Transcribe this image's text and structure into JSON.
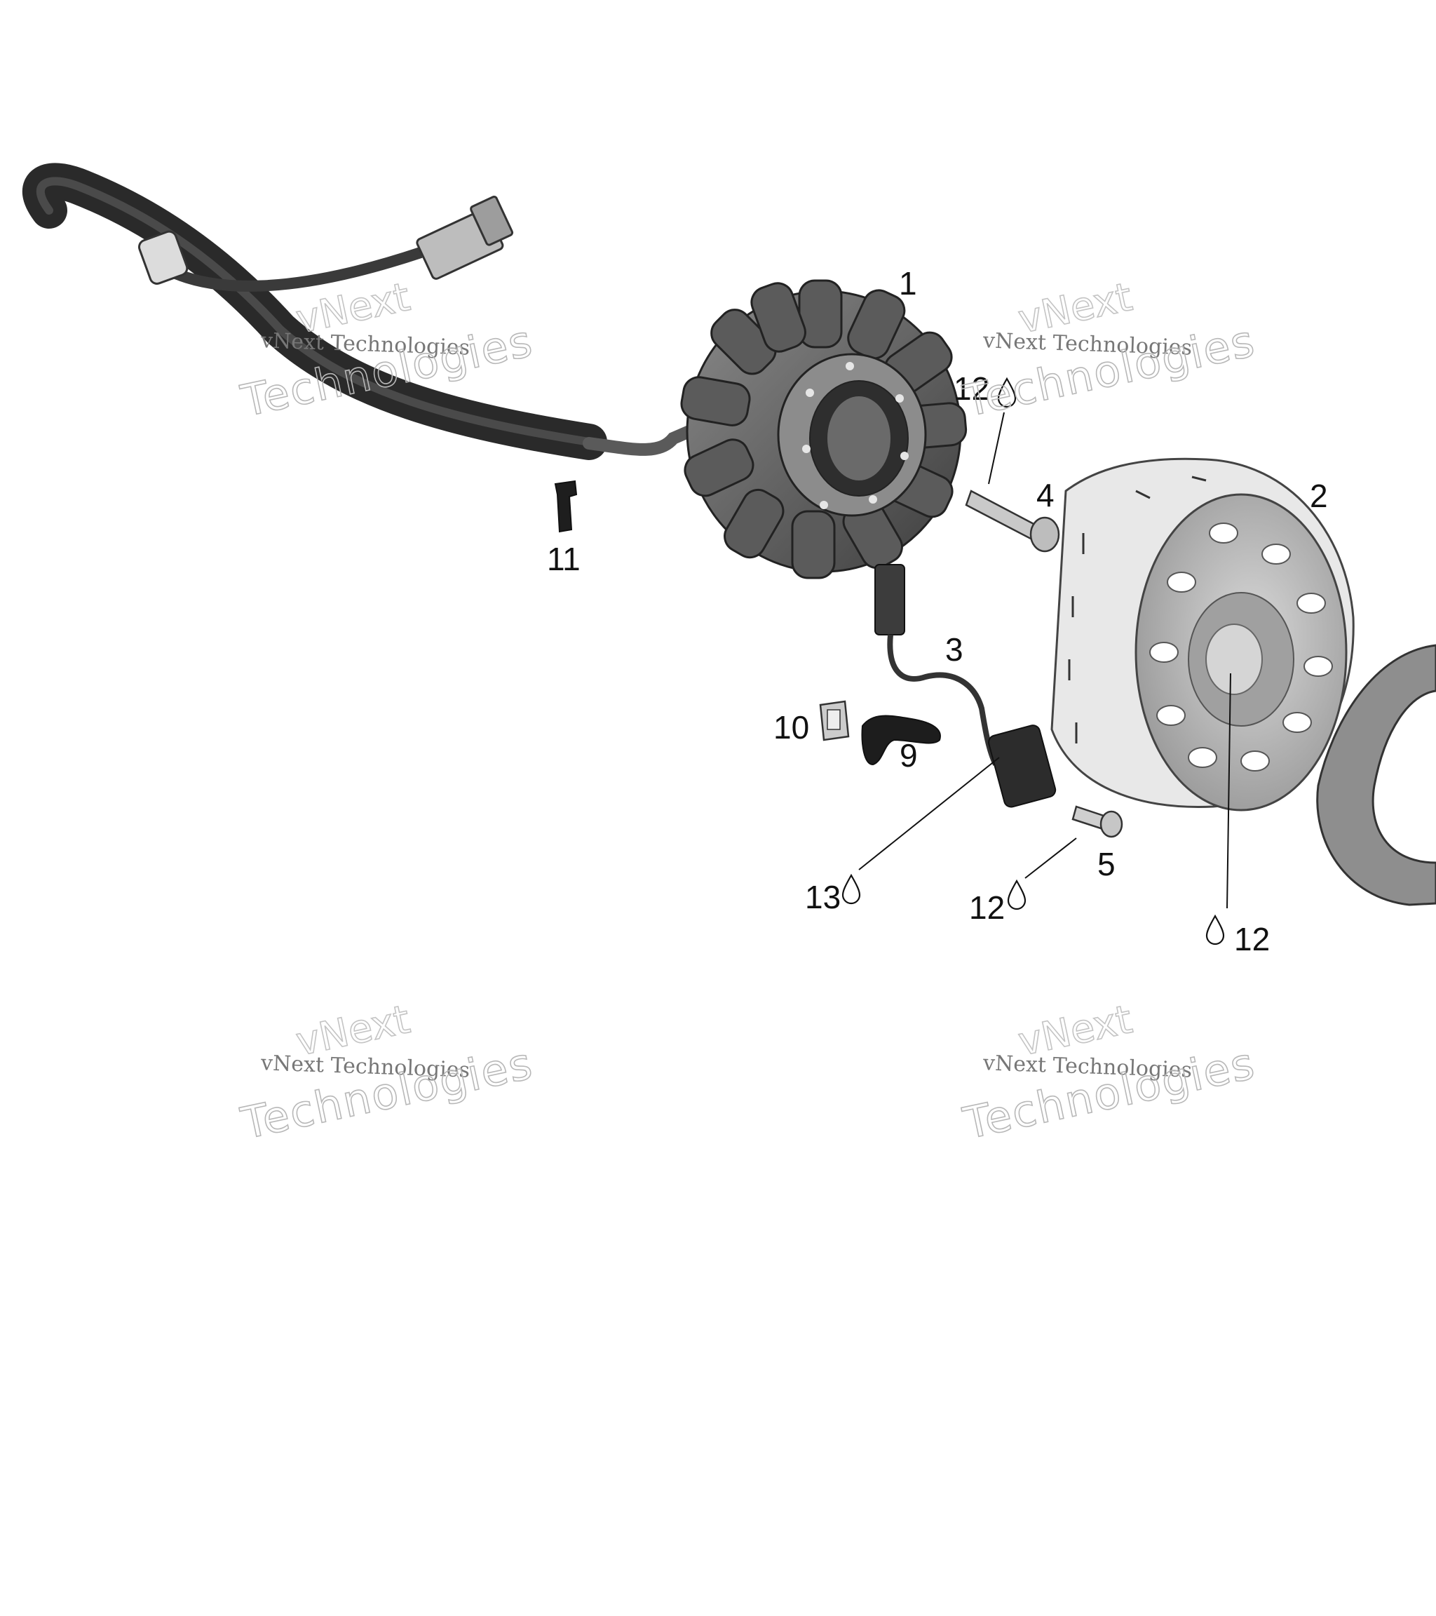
{
  "callouts": {
    "c1": "1",
    "c2": "2",
    "c3": "3",
    "c4": "4",
    "c5": "5",
    "c9": "9",
    "c10": "10",
    "c11": "11",
    "c12a": "12",
    "c12b": "12",
    "c12c": "12",
    "c13": "13"
  },
  "watermark": {
    "top": "vNext",
    "line1": "vNext Technologies",
    "line2": "Technologies"
  },
  "icons": {
    "drop": "drop-icon"
  }
}
